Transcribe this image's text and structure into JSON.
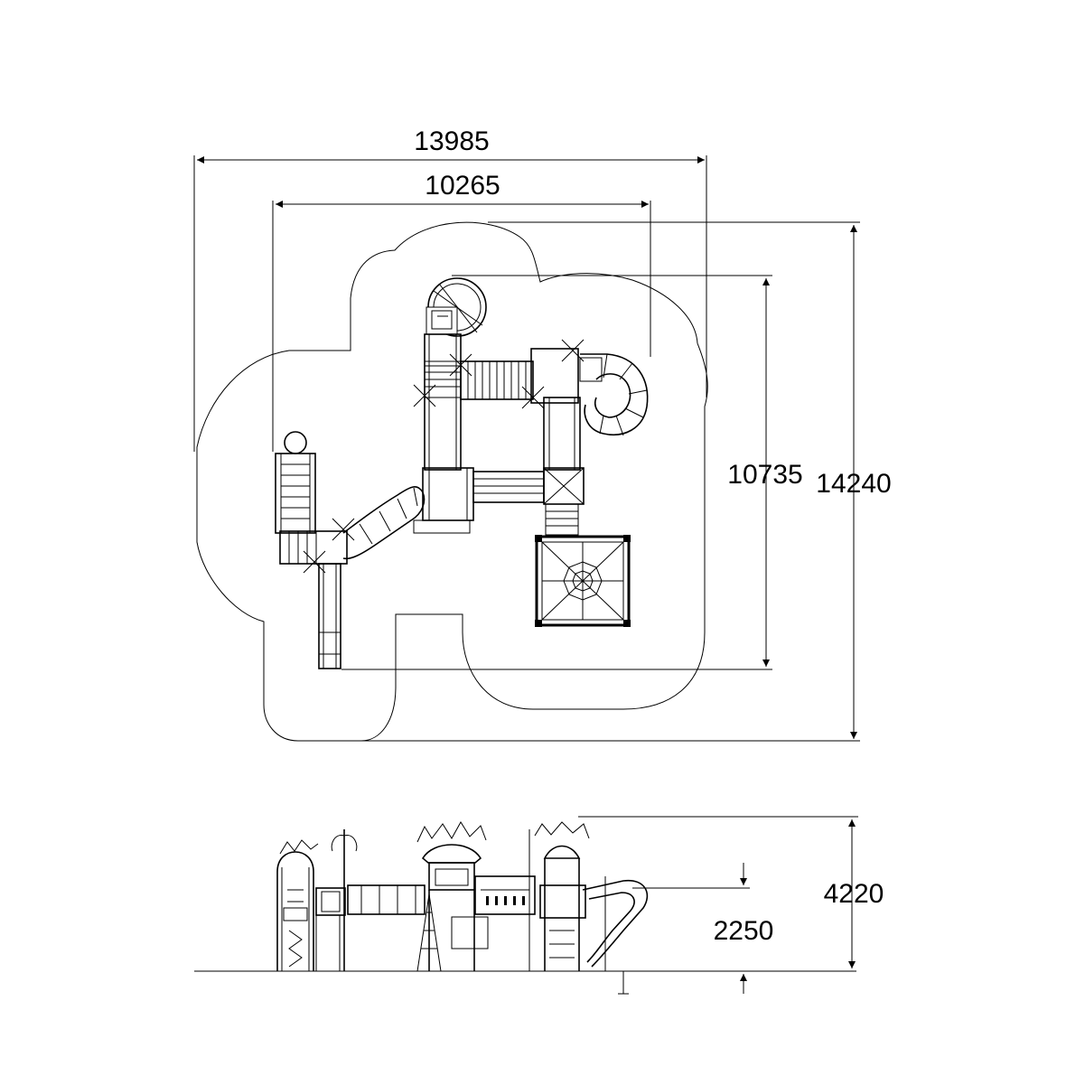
{
  "plan_view": {
    "dimensions": {
      "overall_width": "13985",
      "equipment_width": "10265",
      "equipment_depth": "10735",
      "overall_depth": "14240"
    }
  },
  "elevation_view": {
    "dimensions": {
      "overall_height": "4220",
      "platform_height": "2250"
    }
  }
}
